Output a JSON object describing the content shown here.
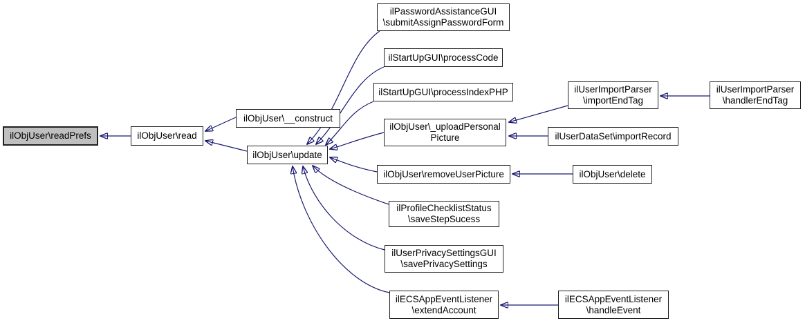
{
  "diagram": {
    "type": "call-graph",
    "background": "#ffffff",
    "edge_color": "#191970",
    "node_border_color": "#1f1f1f",
    "highlight_fill": "#bfbfbf",
    "nodes": {
      "readPrefs": {
        "label": "ilObjUser\\readPrefs",
        "highlighted": true
      },
      "read": {
        "label": "ilObjUser\\read",
        "highlighted": false
      },
      "construct": {
        "label": "ilObjUser\\__construct",
        "highlighted": false
      },
      "update": {
        "label": "ilObjUser\\update",
        "highlighted": false
      },
      "submitAssignPasswordForm": {
        "label": "ilPasswordAssistanceGUI\n\\submitAssignPasswordForm",
        "highlighted": false
      },
      "processCode": {
        "label": "ilStartUpGUI\\processCode",
        "highlighted": false
      },
      "processIndexPHP": {
        "label": "ilStartUpGUI\\processIndexPHP",
        "highlighted": false
      },
      "uploadPersonalPicture": {
        "label": "ilObjUser\\_uploadPersonal\nPicture",
        "highlighted": false
      },
      "removeUserPicture": {
        "label": "ilObjUser\\removeUserPicture",
        "highlighted": false
      },
      "saveStepSucess": {
        "label": "ilProfileChecklistStatus\n\\saveStepSucess",
        "highlighted": false
      },
      "savePrivacySettings": {
        "label": "ilUserPrivacySettingsGUI\n\\savePrivacySettings",
        "highlighted": false
      },
      "extendAccount": {
        "label": "ilECSAppEventListener\n\\extendAccount",
        "highlighted": false
      },
      "importEndTag": {
        "label": "ilUserImportParser\n\\importEndTag",
        "highlighted": false
      },
      "importRecord": {
        "label": "ilUserDataSet\\importRecord",
        "highlighted": false
      },
      "delete": {
        "label": "ilObjUser\\delete",
        "highlighted": false
      },
      "handleEvent": {
        "label": "ilECSAppEventListener\n\\handleEvent",
        "highlighted": false
      },
      "handlerEndTag": {
        "label": "ilUserImportParser\n\\handlerEndTag",
        "highlighted": false
      }
    },
    "edges": [
      {
        "from": "read",
        "to": "readPrefs"
      },
      {
        "from": "construct",
        "to": "read"
      },
      {
        "from": "update",
        "to": "read"
      },
      {
        "from": "submitAssignPasswordForm",
        "to": "update"
      },
      {
        "from": "processCode",
        "to": "update"
      },
      {
        "from": "processIndexPHP",
        "to": "update"
      },
      {
        "from": "uploadPersonalPicture",
        "to": "update"
      },
      {
        "from": "removeUserPicture",
        "to": "update"
      },
      {
        "from": "saveStepSucess",
        "to": "update"
      },
      {
        "from": "savePrivacySettings",
        "to": "update"
      },
      {
        "from": "extendAccount",
        "to": "update"
      },
      {
        "from": "importEndTag",
        "to": "uploadPersonalPicture"
      },
      {
        "from": "importRecord",
        "to": "uploadPersonalPicture"
      },
      {
        "from": "delete",
        "to": "removeUserPicture"
      },
      {
        "from": "handlerEndTag",
        "to": "importEndTag"
      },
      {
        "from": "handleEvent",
        "to": "extendAccount"
      }
    ]
  }
}
